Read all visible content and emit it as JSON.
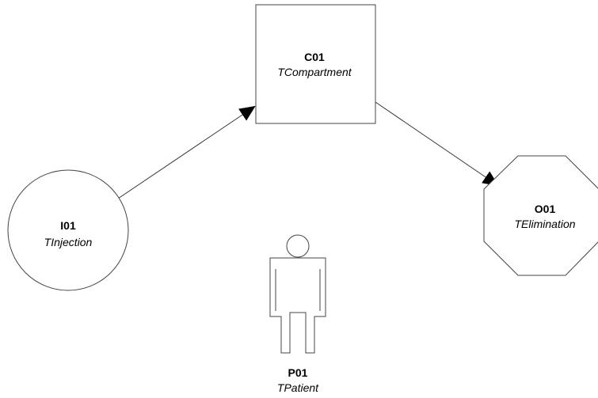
{
  "diagram": {
    "nodes": {
      "injection": {
        "id": "I01",
        "type": "TInjection",
        "shape": "circle"
      },
      "compartment": {
        "id": "C01",
        "type": "TCompartment",
        "shape": "square"
      },
      "elimination": {
        "id": "O01",
        "type": "TElimination",
        "shape": "octagon"
      },
      "patient": {
        "id": "P01",
        "type": "TPatient",
        "shape": "person-icon"
      }
    },
    "edges": [
      {
        "from": "I01",
        "to": "C01"
      },
      {
        "from": "C01",
        "to": "O01"
      }
    ]
  },
  "colors": {
    "stroke": "#000000",
    "fill": "#ffffff",
    "background": "#ffffff"
  }
}
